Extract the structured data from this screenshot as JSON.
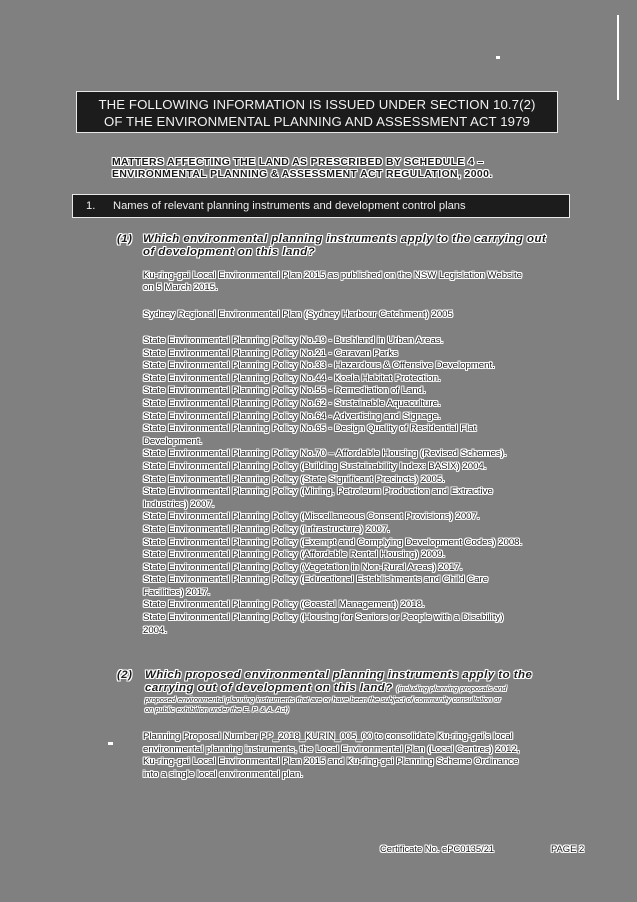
{
  "document": {
    "header": {
      "line1": "THE FOLLOWING INFORMATION IS ISSUED UNDER SECTION 10.7(2)",
      "line2": "OF THE ENVIRONMENTAL PLANNING AND ASSESSMENT ACT 1979"
    },
    "matters": {
      "line1": "MATTERS AFFECTING THE LAND AS PRESCRIBED BY SCHEDULE 4 –",
      "line2": "ENVIRONMENTAL PLANNING & ASSESSMENT ACT REGULATION, 2000."
    },
    "section1": {
      "number": "1.",
      "title": "Names of relevant planning instruments and development control plans"
    },
    "question1": {
      "number": "(1)",
      "line1": "Which environmental planning instruments apply to the carrying out",
      "line2": "of development on this land?",
      "para1_line1": "Ku-ring-gai Local Environmental Plan 2015 as published on the NSW Legislation Website",
      "para1_line2": "on 5 March 2015.",
      "para2": "Sydney Regional Environmental Plan (Sydney Harbour Catchment) 2005",
      "policies": [
        "State Environmental Planning Policy No.19 - Bushland in Urban Areas.",
        "State Environmental Planning Policy No.21 - Caravan Parks",
        "State Environmental Planning Policy No.33 - Hazardous & Offensive Development.",
        "State Environmental Planning Policy No.44 - Koala Habitat Protection.",
        "State Environmental Planning Policy No.55 - Remediation of Land.",
        "State Environmental Planning Policy No.62 - Sustainable Aquaculture.",
        "State Environmental Planning Policy No.64 - Advertising and Signage.",
        "State Environmental Planning Policy No.65 - Design Quality of Residential Flat",
        "Development.",
        "State Environmental Planning Policy No.70 – Affordable Housing (Revised Schemes).",
        "State Environmental Planning Policy (Building Sustainability Index: BASIX) 2004.",
        "State Environmental Planning Policy (State Significant Precincts) 2005.",
        "State Environmental Planning Policy (Mining, Petroleum Production and Extractive",
        "Industries) 2007.",
        "State Environmental Planning Policy (Miscellaneous Consent Provisions) 2007.",
        "State Environmental Planning Policy (Infrastructure) 2007.",
        "State Environmental Planning Policy (Exempt and Complying Development Codes) 2008.",
        "State Environmental Planning Policy (Affordable Rental Housing) 2009.",
        "State Environmental Planning Policy (Vegetation in Non-Rural Areas) 2017.",
        "State Environmental Planning Policy (Educational Establishments and Child Care",
        "Facilities) 2017.",
        "State Environmental Planning Policy (Coastal Management) 2018.",
        "State Environmental Planning Policy (Housing for Seniors or People with a Disability)",
        "2004."
      ]
    },
    "question2": {
      "number": "(2)",
      "line1": "Which proposed environmental planning instruments apply to the",
      "line2": "carrying out of development on this land?",
      "note_inline": "(including planning proposals and",
      "note_line2": "proposed environmental planning instruments that are or have been the subject of community consultation or",
      "note_line3": "on public exhibition under the E. P. & A. Act)",
      "para_lines": [
        "Planning Proposal Number PP_2018_KURIN_005_00 to consolidate Ku-ring-gai's local",
        "environmental planning instruments, the Local Environmental Plan (Local Centres) 2012,",
        "Ku-ring-gai Local Environmental Plan 2015 and Ku-ring-gai Planning Scheme Ordinance",
        "into a single local environmental plan."
      ]
    },
    "footer": {
      "certificate": "Certificate No. ePC0135/21",
      "page": "PAGE 2"
    }
  }
}
